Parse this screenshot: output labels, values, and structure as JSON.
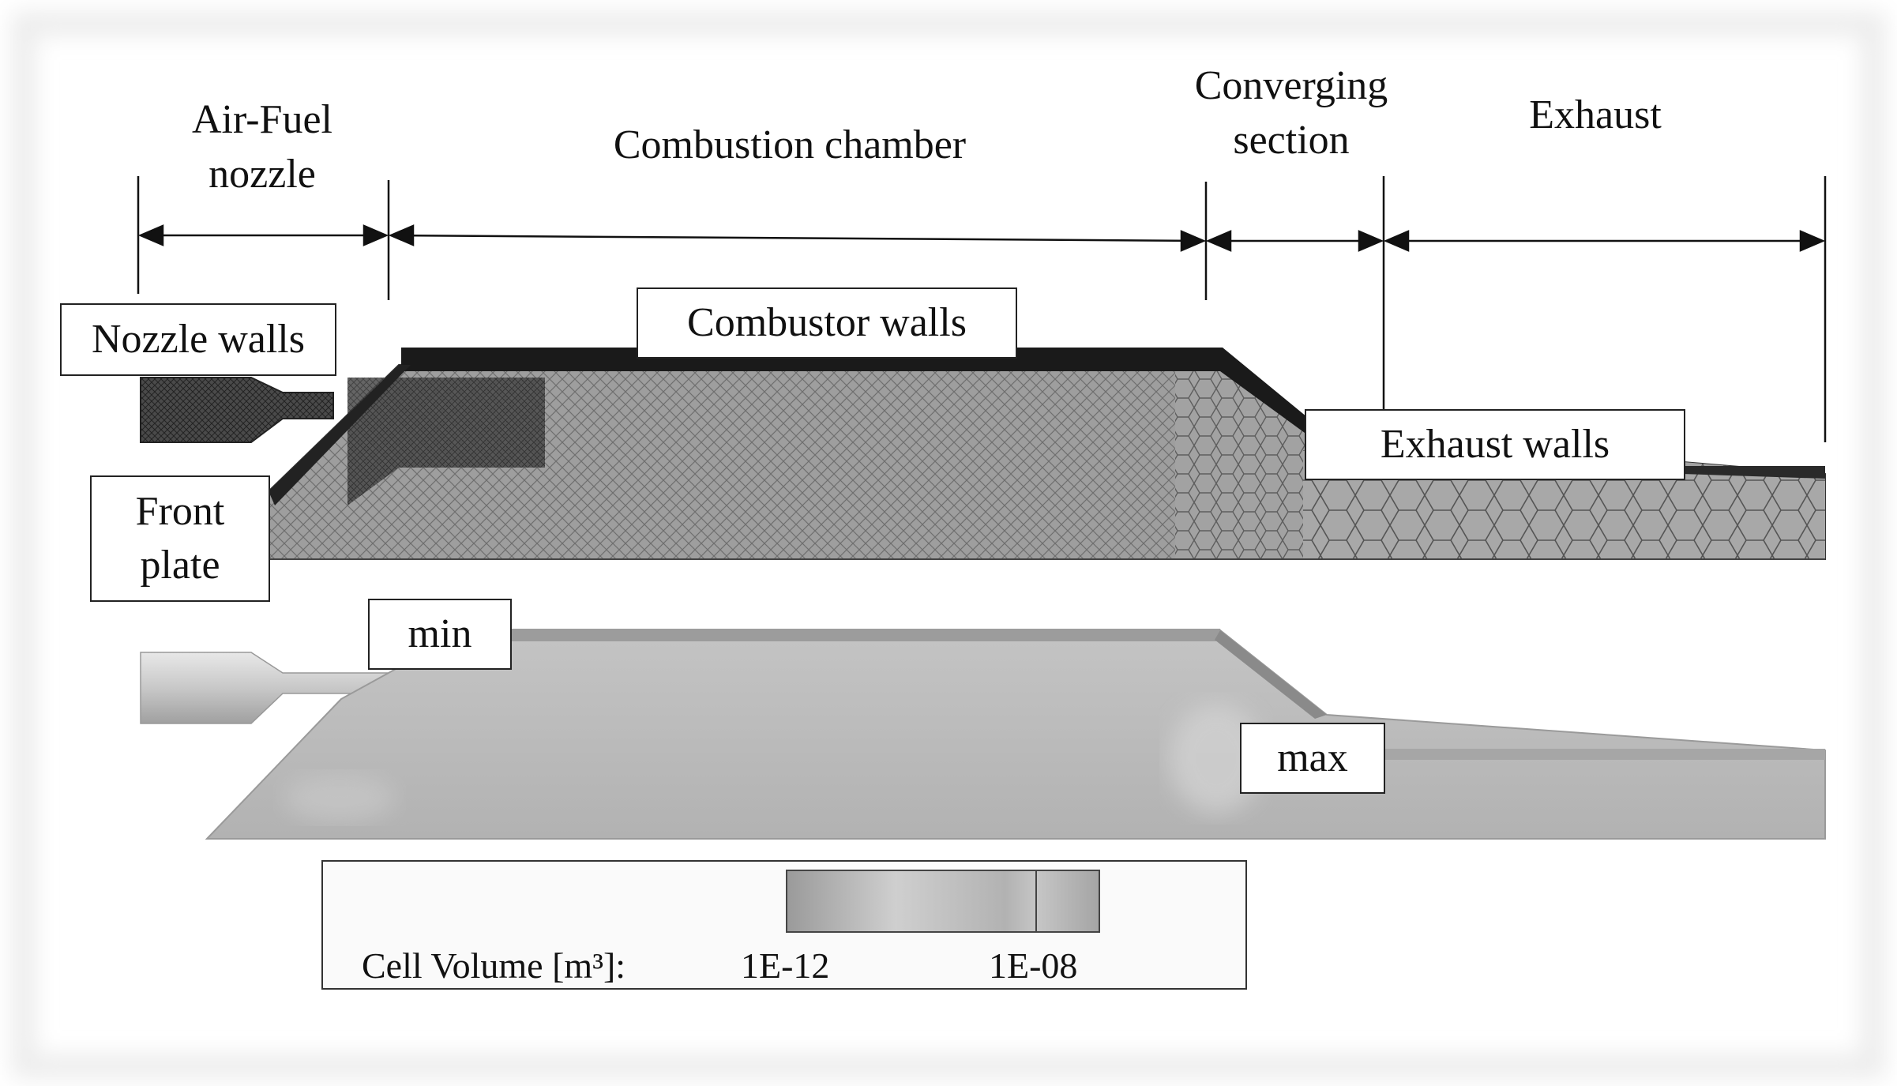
{
  "sections": {
    "nozzle": "Air-Fuel\nnozzle",
    "chamber": "Combustion chamber",
    "converging": "Converging\nsection",
    "exhaust": "Exhaust"
  },
  "walls": {
    "nozzle_walls": "Nozzle walls",
    "combustor_walls": "Combustor walls",
    "exhaust_walls": "Exhaust walls",
    "front_plate": "Front\nplate"
  },
  "contour": {
    "min_label": "min",
    "max_label": "max"
  },
  "legend": {
    "title": "Cell Volume [m³]:",
    "min_value": "1E-12",
    "max_value": "1E-08"
  },
  "colors": {
    "mesh_fill": "#9a9a9a",
    "mesh_dense": "#333333",
    "contour_fill": "#b8b8b8",
    "frame_shadow": "#e6e6e6"
  }
}
